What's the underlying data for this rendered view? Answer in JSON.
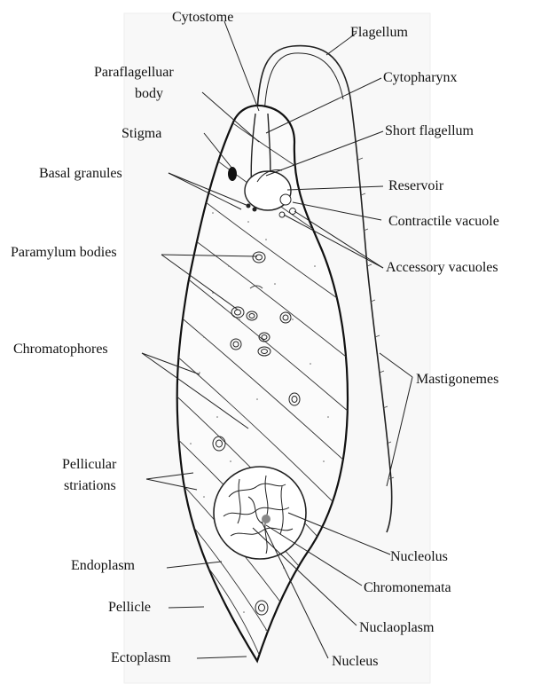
{
  "labels": {
    "cytostome": "Cytostome",
    "flagellum": "Flagellum",
    "paraflagellar_line1": "Paraflagelluar",
    "paraflagellar_line2": "body",
    "cytopharynx": "Cytopharynx",
    "stigma": "Stigma",
    "short_flagellum": "Short flagellum",
    "basal_granules": "Basal granules",
    "reservoir": "Reservoir",
    "contractile_vacuole": "Contractile vacuole",
    "paramylum_bodies": "Paramylum bodies",
    "accessory_vacuoles": "Accessory vacuoles",
    "chromatophores": "Chromatophores",
    "mastigonemes": "Mastigonemes",
    "pellicular_line1": "Pellicular",
    "pellicular_line2": "striations",
    "nucleolus": "Nucleolus",
    "endoplasm": "Endoplasm",
    "chromonemata": "Chromonemata",
    "pellicle": "Pellicle",
    "nuclaoplasm": "Nuclaoplasm",
    "ectoplasm": "Ectoplasm",
    "nucleus": "Nucleus"
  }
}
